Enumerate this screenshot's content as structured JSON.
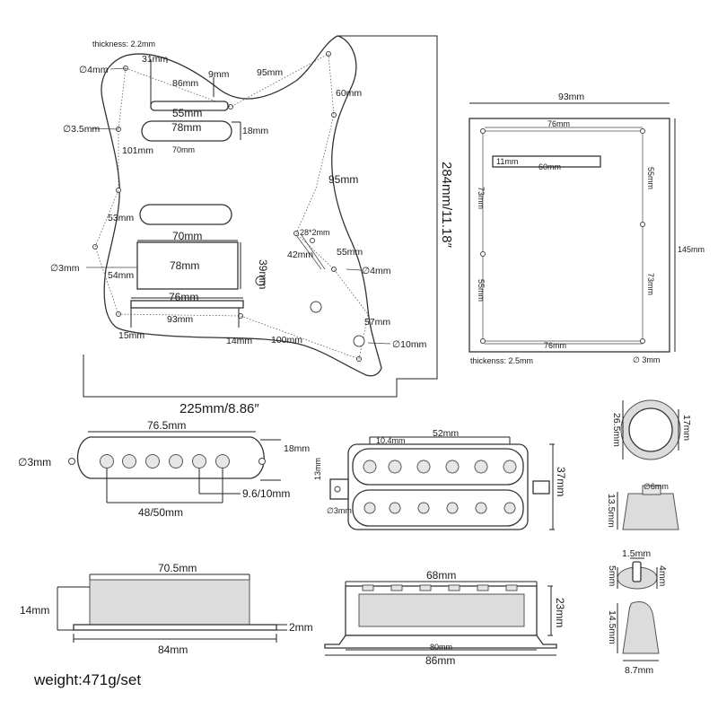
{
  "pickguard": {
    "thickness": "thickness: 2.2mm",
    "hole_4mm_top": "∅4mm",
    "d31": "31mm",
    "d86": "86mm",
    "d9": "9mm",
    "d95_top": "95mm",
    "d60": "60mm",
    "d55": "55mm",
    "d78_single": "78mm",
    "d18": "18mm",
    "hole_35": "∅3.5mm",
    "d101": "101mm",
    "d70_small": "70mm",
    "d95_right": "95mm",
    "d53": "53mm",
    "d28": "28*2mm",
    "d70_hb": "70mm",
    "d55_right": "55mm",
    "d42": "42mm",
    "hole_3": "∅3mm",
    "d78_hb": "78mm",
    "d39": "39mm",
    "hole_4mm_right": "∅4mm",
    "d54": "54mm",
    "d76": "76mm",
    "d57": "57mm",
    "d93": "93mm",
    "d15": "15mm",
    "d14": "14mm",
    "d100": "100mm",
    "hole_10": "∅10mm",
    "height": "284mm/11.18″",
    "width": "225mm/8.86″"
  },
  "backplate": {
    "d93": "93mm",
    "d76_top": "76mm",
    "d11": "11mm",
    "d60": "60mm",
    "d55_right": "55mm",
    "d73_left": "73mm",
    "d145": "145mm",
    "d73_right": "73mm",
    "d55_left": "55mm",
    "d76_bottom": "76mm",
    "thickness": "thickenss: 2.5mm",
    "hole_3": "∅ 3mm"
  },
  "single_cover": {
    "d765": "76.5mm",
    "d18": "18mm",
    "hole_3": "∅3mm",
    "d96": "9.6/10mm",
    "d48": "48/50mm"
  },
  "humbucker_cover": {
    "d52": "52mm",
    "d104": "10.4mm",
    "d37": "37mm",
    "d13": "13mm",
    "hole_3": "∅3mm"
  },
  "knob": {
    "d265": "26.5mm",
    "d17": "17mm",
    "hole_6": "∅6mm",
    "d135": "13.5mm"
  },
  "single_side": {
    "d705": "70.5mm",
    "d14": "14mm",
    "d2": "2mm",
    "d84": "84mm"
  },
  "humbucker_side": {
    "d68": "68mm",
    "d23": "23mm",
    "d80": "80mm",
    "d86": "86mm"
  },
  "switch_tip": {
    "d15": "1.5mm",
    "d5": "5mm",
    "d4": "4mm",
    "d145": "14.5mm",
    "d87": "8.7mm"
  },
  "weight": "weight:471g/set"
}
